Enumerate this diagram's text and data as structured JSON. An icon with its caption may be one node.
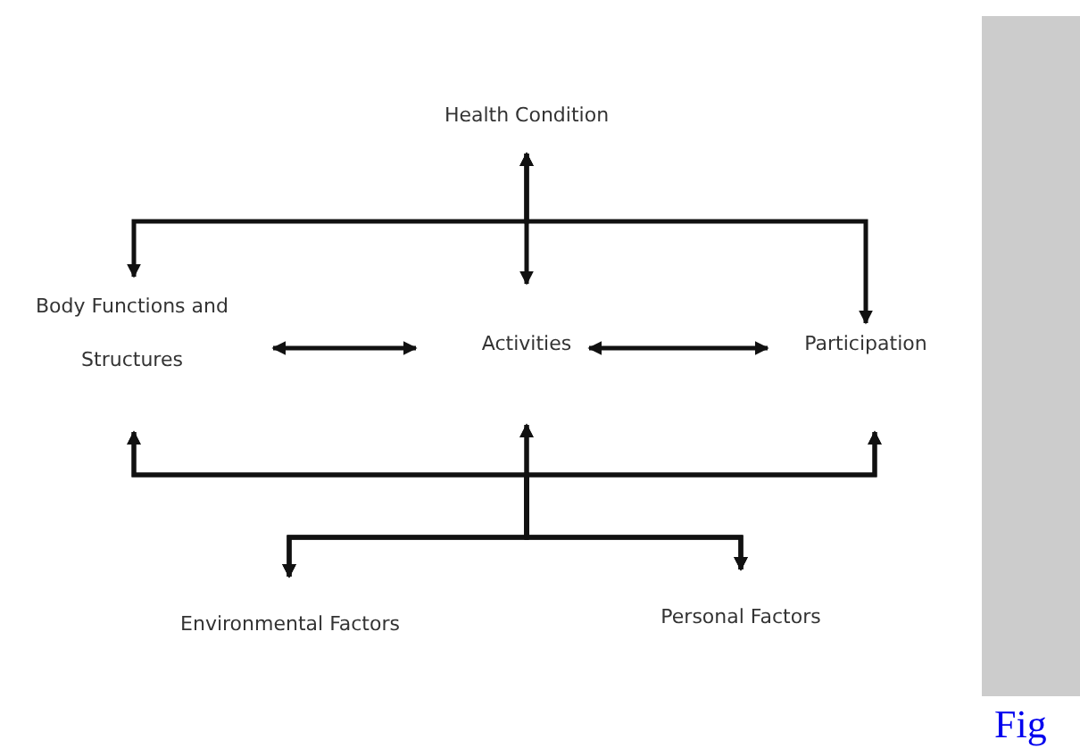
{
  "diagram": {
    "nodes": [
      {
        "text": [
          "Health Condition"
        ]
      },
      {
        "text": [
          "Body Functions and Structures"
        ]
      },
      {
        "text": [
          "Activities"
        ]
      },
      {
        "text": [
          "Participation"
        ]
      },
      {
        "text": [
          "Environmental Factors"
        ]
      },
      {
        "text": [
          "Personal Factors"
        ]
      }
    ],
    "edges": [
      {
        "from": 0,
        "to": 1,
        "arrow": "both"
      },
      {
        "from": 0,
        "to": 2,
        "arrow": "both"
      },
      {
        "from": 0,
        "to": 3,
        "arrow": "both"
      },
      {
        "from": 1,
        "to": 2,
        "arrow": "both"
      },
      {
        "from": 2,
        "to": 3,
        "arrow": "both"
      },
      {
        "from": 4,
        "to": 1,
        "arrow": "both"
      },
      {
        "from": 4,
        "to": 2,
        "arrow": "both"
      },
      {
        "from": 4,
        "to": 3,
        "arrow": "both"
      },
      {
        "from": 5,
        "to": 1,
        "arrow": "both"
      },
      {
        "from": 5,
        "to": 2,
        "arrow": "both"
      },
      {
        "from": 5,
        "to": 3,
        "arrow": "both"
      }
    ],
    "labels": [
      "Fig"
    ]
  }
}
